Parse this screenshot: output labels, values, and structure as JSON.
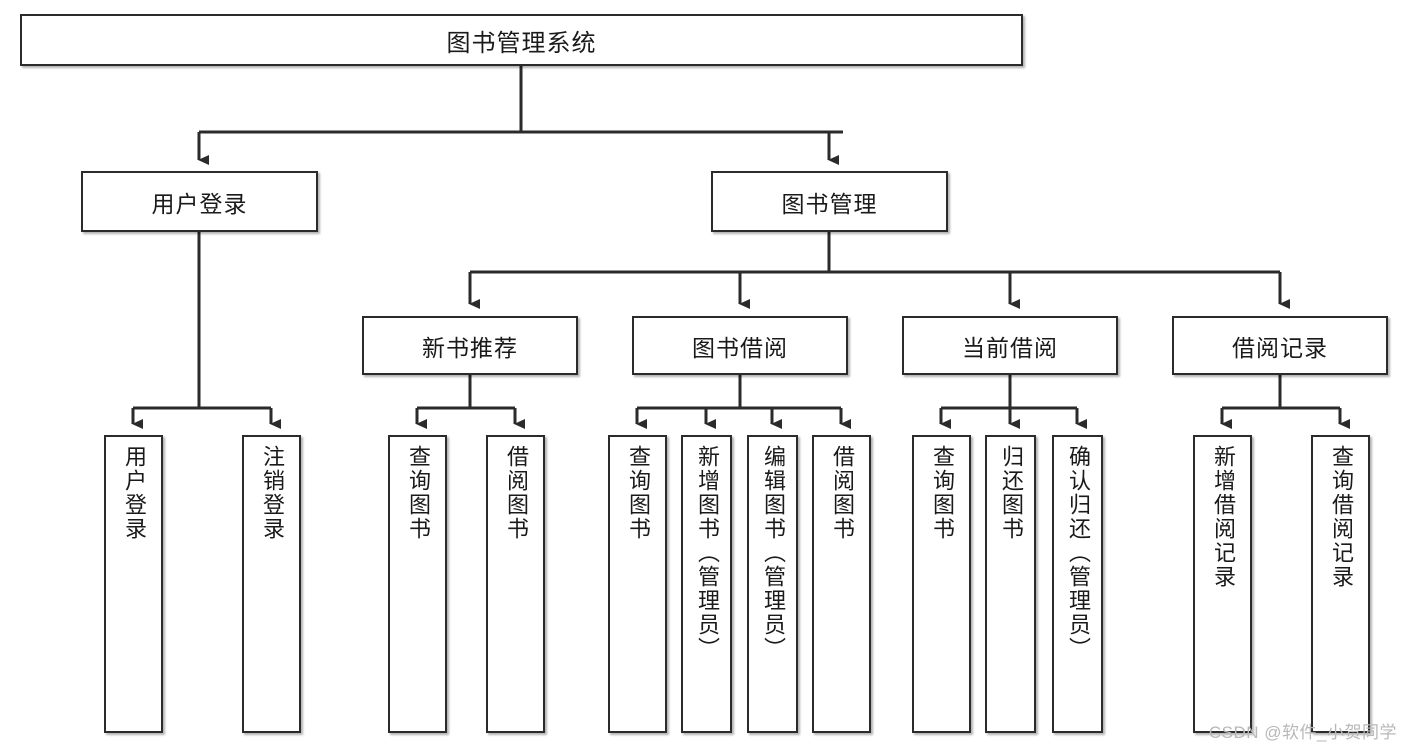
{
  "diagram": {
    "title": "图书管理系统",
    "type": "tree-hierarchy",
    "watermark": "CSDN @软件_小贺同学",
    "colors": {
      "box_border": "#2b2b2b",
      "box_fill": "#ffffff",
      "connector": "#2b2b2b",
      "text": "#1a1a1a",
      "watermark": "#b8b8b8"
    }
  },
  "nodes": {
    "root": {
      "label": "图书管理系统"
    },
    "level2": [
      {
        "label": "用户登录"
      },
      {
        "label": "图书管理"
      }
    ],
    "level3": [
      {
        "label": "新书推荐"
      },
      {
        "label": "图书借阅"
      },
      {
        "label": "当前借阅"
      },
      {
        "label": "借阅记录"
      }
    ],
    "leaves": {
      "user_login": [
        {
          "label": "用户登录"
        },
        {
          "label": "注销登录"
        }
      ],
      "new_book_rec": [
        {
          "label": "查询图书"
        },
        {
          "label": "借阅图书"
        }
      ],
      "book_borrow": [
        {
          "label": "查询图书"
        },
        {
          "label": "新增图书（管理员）"
        },
        {
          "label": "编辑图书（管理员）"
        },
        {
          "label": "借阅图书"
        }
      ],
      "current_borrow": [
        {
          "label": "查询图书"
        },
        {
          "label": "归还图书"
        },
        {
          "label": "确认归还（管理员）"
        }
      ],
      "borrow_record": [
        {
          "label": "新增借阅记录"
        },
        {
          "label": "查询借阅记录"
        }
      ]
    }
  }
}
